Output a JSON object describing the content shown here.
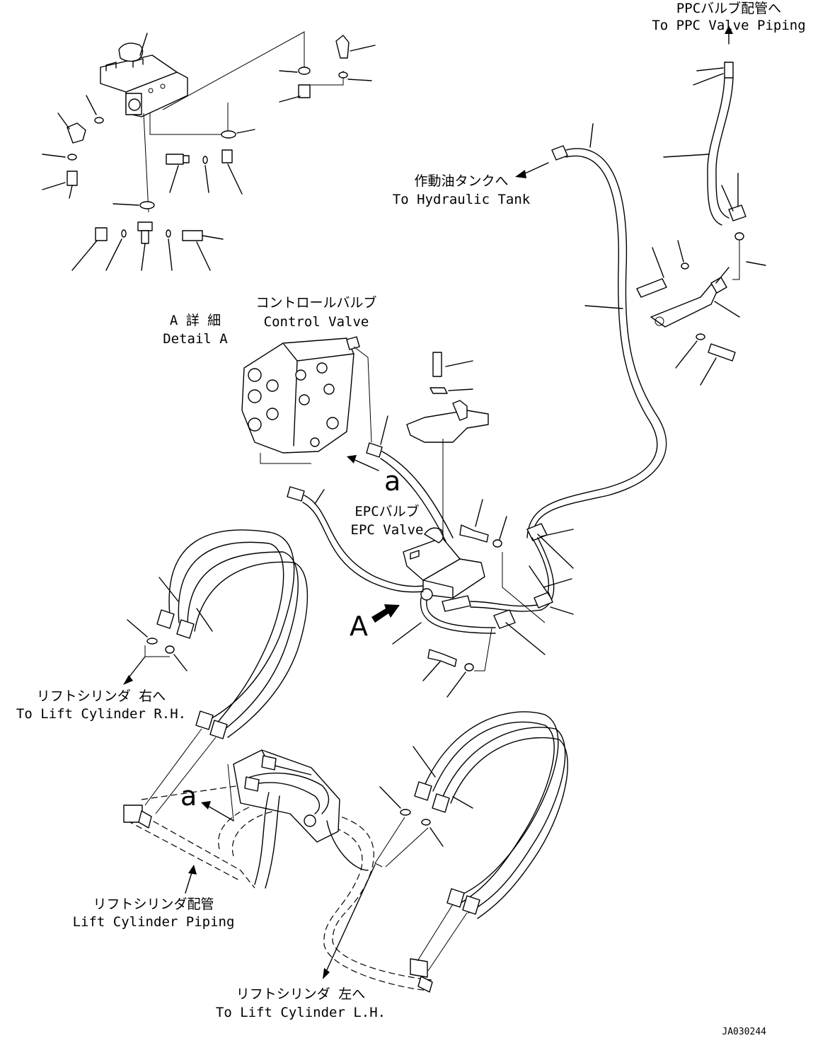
{
  "labels": {
    "ppc_jp": "PPCバルブ配管へ",
    "ppc_en": "To PPC Valve Piping",
    "tank_jp": "作動油タンクへ",
    "tank_en": "To Hydraulic Tank",
    "detail_jp": "A 詳 細",
    "detail_en": "Detail A",
    "cv_jp": "コントロールバルブ",
    "cv_en": "Control Valve",
    "epc_jp": "EPCバルブ",
    "epc_en": "EPC Valve",
    "lift_rh_jp": "リフトシリンダ 右へ",
    "lift_rh_en": "To Lift Cylinder R.H.",
    "lift_piping_jp": "リフトシリンダ配管",
    "lift_piping_en": "Lift Cylinder Piping",
    "lift_lh_jp": "リフトシリンダ 左へ",
    "lift_lh_en": "To Lift Cylinder L.H.",
    "marker_a_big": "A",
    "marker_a_small_1": "a",
    "marker_a_small_2": "a",
    "drawing_no": "JA030244"
  }
}
